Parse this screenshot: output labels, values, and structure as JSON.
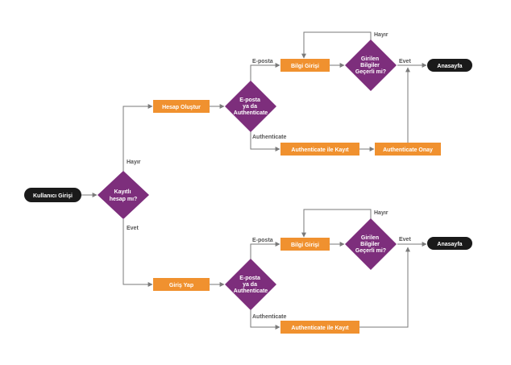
{
  "colors": {
    "orange": "#F0912F",
    "purple": "#7D2E7C",
    "dark": "#1A1A1A",
    "line": "#7A7A7A",
    "edge_text": "#555555"
  },
  "nodes": {
    "start": "Kullanıcı Girişi",
    "registered": [
      "Kayıtlı",
      "hesap mı?"
    ],
    "create_account": "Hesap Oluştur",
    "login": "Giriş Yap",
    "method_top": [
      "E-posta",
      "ya da",
      "Authenticate"
    ],
    "method_bottom": [
      "E-posta",
      "ya da",
      "Authenticate"
    ],
    "info_top": "Bilgi Girişi",
    "info_bottom": "Bilgi Girişi",
    "valid_top": [
      "Girilen",
      "Bilgiler",
      "Geçerli mi?"
    ],
    "valid_bottom": [
      "Girilen",
      "Bilgiler",
      "Geçerli mi?"
    ],
    "home_top": "Anasayfa",
    "home_bottom": "Anasayfa",
    "auth_register_top": "Authenticate ile Kayıt",
    "auth_confirm": "Authenticate Onay",
    "auth_register_bottom": "Authenticate ile Kayıt"
  },
  "edges": {
    "no_registered": "Hayır",
    "yes_registered": "Evet",
    "email_top": "E-posta",
    "auth_top": "Authenticate",
    "no_valid_top": "Hayır",
    "yes_valid_top": "Evet",
    "email_bottom": "E-posta",
    "auth_bottom": "Authenticate",
    "no_valid_bottom": "Hayır",
    "yes_valid_bottom": "Evet"
  }
}
